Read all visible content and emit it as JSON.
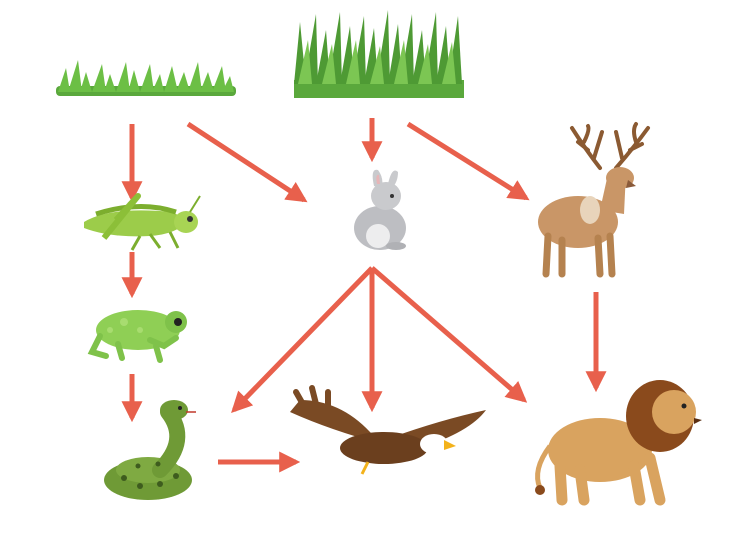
{
  "diagram": {
    "type": "food-web",
    "arrow_color": "#e8604c",
    "organisms": [
      {
        "id": "grass-small",
        "icon": "grass-tuft-icon"
      },
      {
        "id": "grass-tall",
        "icon": "tall-grass-icon"
      },
      {
        "id": "grasshopper",
        "icon": "grasshopper-icon"
      },
      {
        "id": "rabbit",
        "icon": "rabbit-icon"
      },
      {
        "id": "deer",
        "icon": "deer-icon"
      },
      {
        "id": "frog",
        "icon": "frog-icon"
      },
      {
        "id": "snake",
        "icon": "snake-icon"
      },
      {
        "id": "eagle",
        "icon": "eagle-icon"
      },
      {
        "id": "lion",
        "icon": "lion-icon"
      }
    ],
    "links": [
      {
        "from": "grass-small",
        "to": "grasshopper"
      },
      {
        "from": "grass-small",
        "to": "rabbit"
      },
      {
        "from": "grass-tall",
        "to": "rabbit"
      },
      {
        "from": "grass-tall",
        "to": "deer"
      },
      {
        "from": "grasshopper",
        "to": "frog"
      },
      {
        "from": "frog",
        "to": "snake"
      },
      {
        "from": "rabbit",
        "to": "snake"
      },
      {
        "from": "rabbit",
        "to": "eagle"
      },
      {
        "from": "rabbit",
        "to": "lion"
      },
      {
        "from": "snake",
        "to": "eagle"
      },
      {
        "from": "deer",
        "to": "lion"
      }
    ]
  }
}
